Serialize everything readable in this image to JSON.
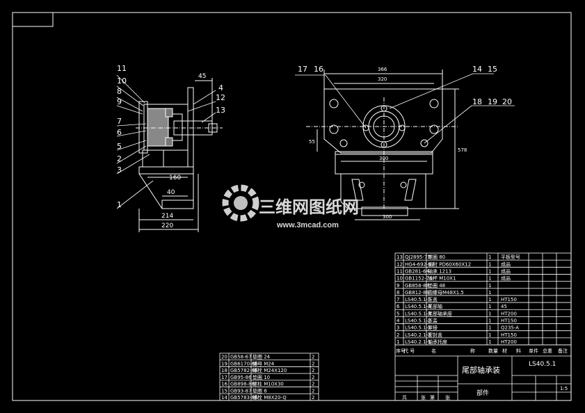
{
  "drawing": {
    "title": "尾部轴承装",
    "code": "LS40.5.1",
    "part_label": "部件"
  },
  "watermark": {
    "brand": "三维网图纸网",
    "url": "www.3mcad.com"
  },
  "left_view": {
    "balloons": [
      "11",
      "10",
      "8",
      "9",
      "7",
      "6",
      "5",
      "2",
      "3",
      "1",
      "4",
      "12",
      "13"
    ],
    "dims": [
      "45",
      "160",
      "40",
      "214",
      "220"
    ]
  },
  "right_view": {
    "balloons_top_left": [
      "17",
      "16"
    ],
    "balloons_top_right": [
      "14",
      "15"
    ],
    "balloons_right": [
      "18",
      "19",
      "20"
    ],
    "dims": [
      "366",
      "320",
      "300",
      "55",
      "578",
      "300"
    ]
  },
  "bom_upper": {
    "rows": [
      [
        "13",
        "QJ2895-77",
        "螺圈 80",
        "1",
        "平板型号"
      ],
      [
        "12",
        "HG4-692-67",
        "油封 PD60X60X12",
        "1",
        "成品"
      ],
      [
        "11",
        "GB281-64",
        "轴承 1213",
        "1",
        "成品"
      ],
      [
        "10",
        "GB1152-74",
        "油杯 M10X1",
        "1",
        "成品"
      ],
      [
        "9",
        "GB858-88",
        "垫圈 48",
        "1",
        ""
      ],
      [
        "8",
        "GB812-88",
        "圆螺母M48X1.5",
        "1",
        ""
      ],
      [
        "7",
        "LS40.5.1-5",
        "压盖",
        "1",
        "HT150"
      ],
      [
        "6",
        "LS40.5.1-4",
        "尾部轴",
        "1",
        "45"
      ],
      [
        "5",
        "LS40.5.1-3",
        "尾部轴承座",
        "1",
        "HT200"
      ],
      [
        "4",
        "LS40.5.1-2",
        "压盖",
        "1",
        "HT150"
      ],
      [
        "3",
        "LS40.5.1-1",
        "焊接",
        "1",
        "Q235-A"
      ],
      [
        "2",
        "LS40.2.1-3",
        "密封盖",
        "1",
        "HT150"
      ],
      [
        "1",
        "LS40.2.1-1",
        "轴承托座",
        "1",
        "HT200"
      ]
    ],
    "header": [
      "序号",
      "代 号",
      "名",
      "称",
      "数量",
      "材",
      "料",
      "单件",
      "总重",
      "备注"
    ]
  },
  "bom_lower": {
    "rows": [
      [
        "20",
        "GB58-67",
        "垫圈 24",
        "2"
      ],
      [
        "19",
        "GB6170-86",
        "螺母 M24",
        "2"
      ],
      [
        "18",
        "GB5782-86",
        "螺栓 M24X120",
        "2"
      ],
      [
        "17",
        "GB95-86",
        "垫圈 10",
        "2"
      ],
      [
        "16",
        "GB898-88",
        "螺柱 M10X30",
        "2"
      ],
      [
        "15",
        "GB93-87",
        "垫圈 8",
        "2"
      ],
      [
        "14",
        "GB5783-86",
        "螺栓 M8X20-Q",
        "2"
      ]
    ]
  },
  "title_block": {
    "scale_row": [
      "1:5"
    ],
    "footer_cells": [
      "共",
      "张",
      "第",
      "张"
    ]
  }
}
